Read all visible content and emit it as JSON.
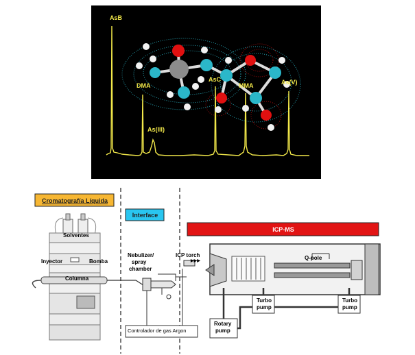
{
  "chromatogram": {
    "peaks": [
      {
        "label": "AsB"
      },
      {
        "label": "DMA"
      },
      {
        "label": "As(III)"
      },
      {
        "label": "AsC"
      },
      {
        "label": "MMA"
      },
      {
        "label": "As(V)"
      }
    ]
  },
  "sections": {
    "lc": "Cromatografía Líquida",
    "interface": "Interface",
    "icpms": "ICP-MS"
  },
  "labels": {
    "solventes": "Solventes",
    "inyector": "Inyector",
    "bomba": "Bomba",
    "columna": "Columna",
    "nebulizer": "Nebulizer/",
    "spray": "spray",
    "chamber": "chamber",
    "icp_torch": "ICP torch",
    "qpole": "Q-pole",
    "turbo1_a": "Turbo",
    "turbo1_b": "pump",
    "turbo2_a": "Turbo",
    "turbo2_b": "pump",
    "rotary_a": "Rotary",
    "rotary_b": "pump",
    "gas_controller": "Controlador de gas Argon"
  },
  "colors": {
    "chrom_bg": "#000000",
    "trace": "#f2e84a",
    "lc_header": "#f7b733",
    "interface_header": "#29c6f0",
    "icpms_header": "#e21414",
    "carbon": "#2bb7c9",
    "oxygen": "#e01010",
    "arsenic": "#8c8c8c"
  }
}
